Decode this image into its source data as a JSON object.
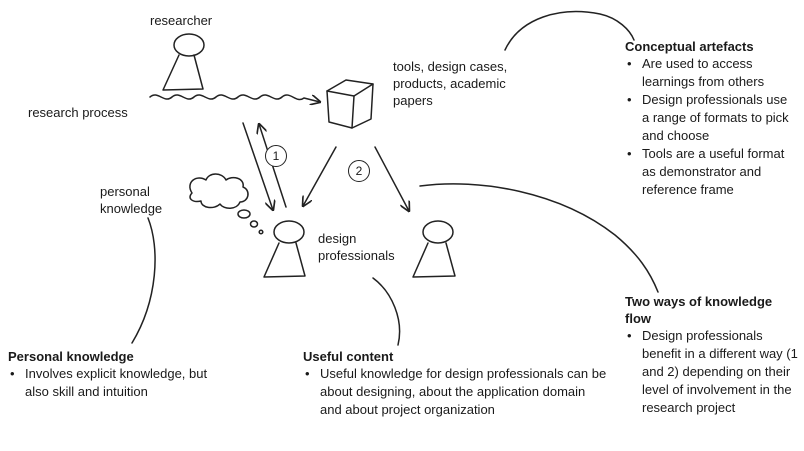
{
  "labels": {
    "researcher": "researcher",
    "research_process": "research process",
    "artefact_types": "tools, design cases, products, academic papers",
    "personal_knowledge": "personal knowledge",
    "design_professionals": "design professionals",
    "flow_1": "1",
    "flow_2": "2"
  },
  "notes": {
    "conceptual": {
      "title": "Conceptual artefacts",
      "items": [
        "Are used to access learnings from others",
        "Design professionals use a range of formats to pick and choose",
        "Tools are a useful format as demonstrator and reference frame"
      ]
    },
    "two_ways": {
      "title": "Two ways of knowledge flow",
      "items": [
        "Design professionals benefit in a different way (1 and 2) depending on their level of involvement in the research project"
      ]
    },
    "personal": {
      "title": "Personal knowledge",
      "items": [
        "Involves explicit knowledge, but also skill and intuition"
      ]
    },
    "useful": {
      "title": "Useful content",
      "items": [
        "Useful knowledge for design professionals can be about designing, about the application domain and about project organization"
      ]
    }
  }
}
